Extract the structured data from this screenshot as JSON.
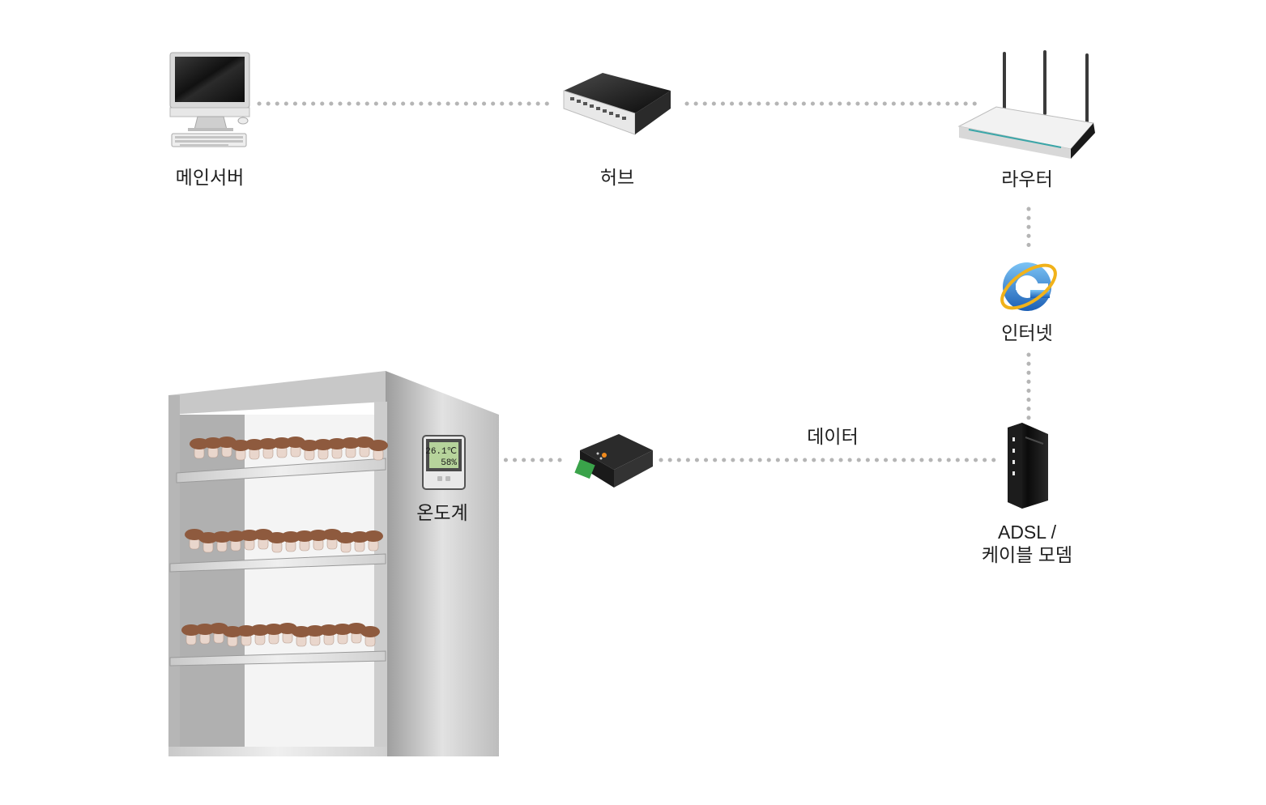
{
  "nodes": {
    "main_server": {
      "label": "메인서버",
      "icon": "desktop-computer-icon"
    },
    "hub": {
      "label": "허브",
      "icon": "network-hub-icon"
    },
    "router": {
      "label": "라우터",
      "icon": "wifi-router-icon"
    },
    "internet": {
      "label": "인터넷",
      "icon": "internet-explorer-icon"
    },
    "modem": {
      "label_line1": "ADSL /",
      "label_line2": "케이블 모뎀",
      "icon": "modem-icon"
    },
    "thermometer": {
      "label": "온도계",
      "icon": "thermo-hygrometer-icon",
      "temp_reading": "26.1℃",
      "humidity_reading": "58%"
    },
    "converter": {
      "icon": "serial-device-server-icon"
    },
    "shelf": {
      "icon": "mushroom-shelf-icon"
    }
  },
  "links": {
    "data_label": "데이터"
  },
  "colors": {
    "dotted_line": "#b5b5b5",
    "shelf_gray": "#b8b8b8",
    "mushroom_cap": "#8e5a3e",
    "router_accent": "#3aa6a8",
    "ie_blue": "#2f7fd6",
    "ie_ring": "#f1b21a"
  }
}
